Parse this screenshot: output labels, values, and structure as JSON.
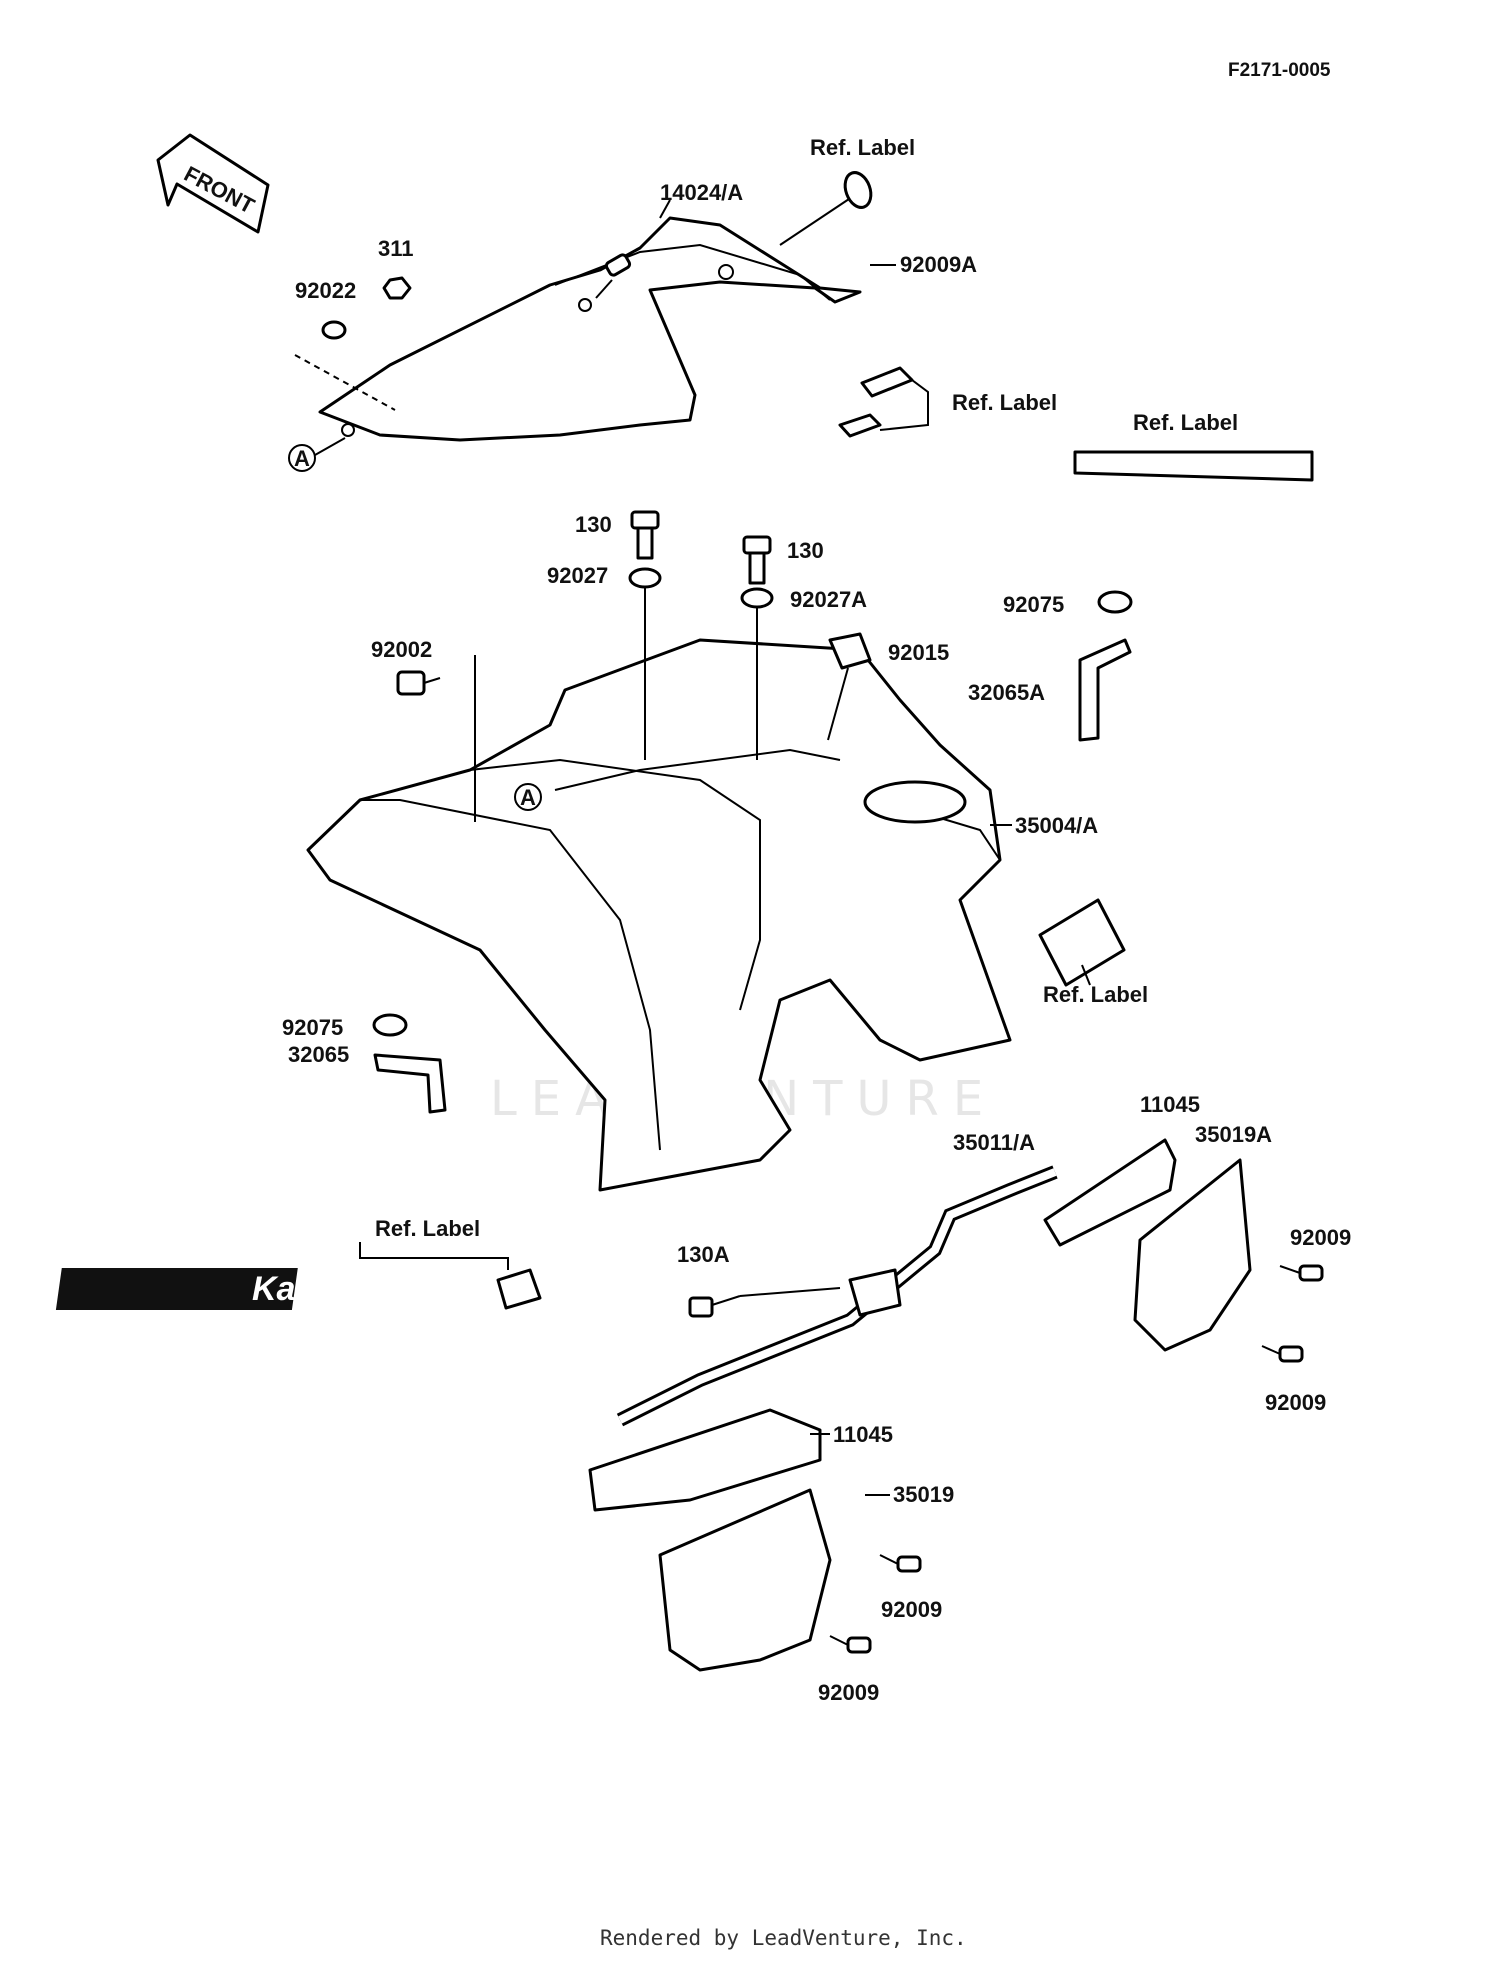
{
  "figure_code": "F2171-0005",
  "front_arrow": "FRONT",
  "brand_emblem": "Kawasaki",
  "footer": "Rendered by LeadVenture, Inc.",
  "watermark": "LEADVENTURE",
  "callouts": {
    "c14024": "14024/A",
    "ref_label_top": "Ref. Label",
    "c311": "311",
    "c92022": "92022",
    "c92009A": "92009A",
    "ref_label_mid": "Ref. Label",
    "ref_label_right": "Ref. Label",
    "marker_a1": "A",
    "c130_left": "130",
    "c130_right": "130",
    "c92027": "92027",
    "c92027A": "92027A",
    "c92015": "92015",
    "c92075_right": "92075",
    "c32065A": "32065A",
    "c92002": "92002",
    "marker_a2": "A",
    "c35004": "35004/A",
    "ref_label_fender": "Ref. Label",
    "c92075_left": "92075",
    "c32065": "32065",
    "c11045_top": "11045",
    "c35019A": "35019A",
    "c35011": "35011/A",
    "c92009_r1": "92009",
    "c92009_r2": "92009",
    "ref_label_emblem": "Ref. Label",
    "c130A": "130A",
    "c11045_bottom": "11045",
    "c35019": "35019",
    "c92009_b1": "92009",
    "c92009_b2": "92009"
  }
}
